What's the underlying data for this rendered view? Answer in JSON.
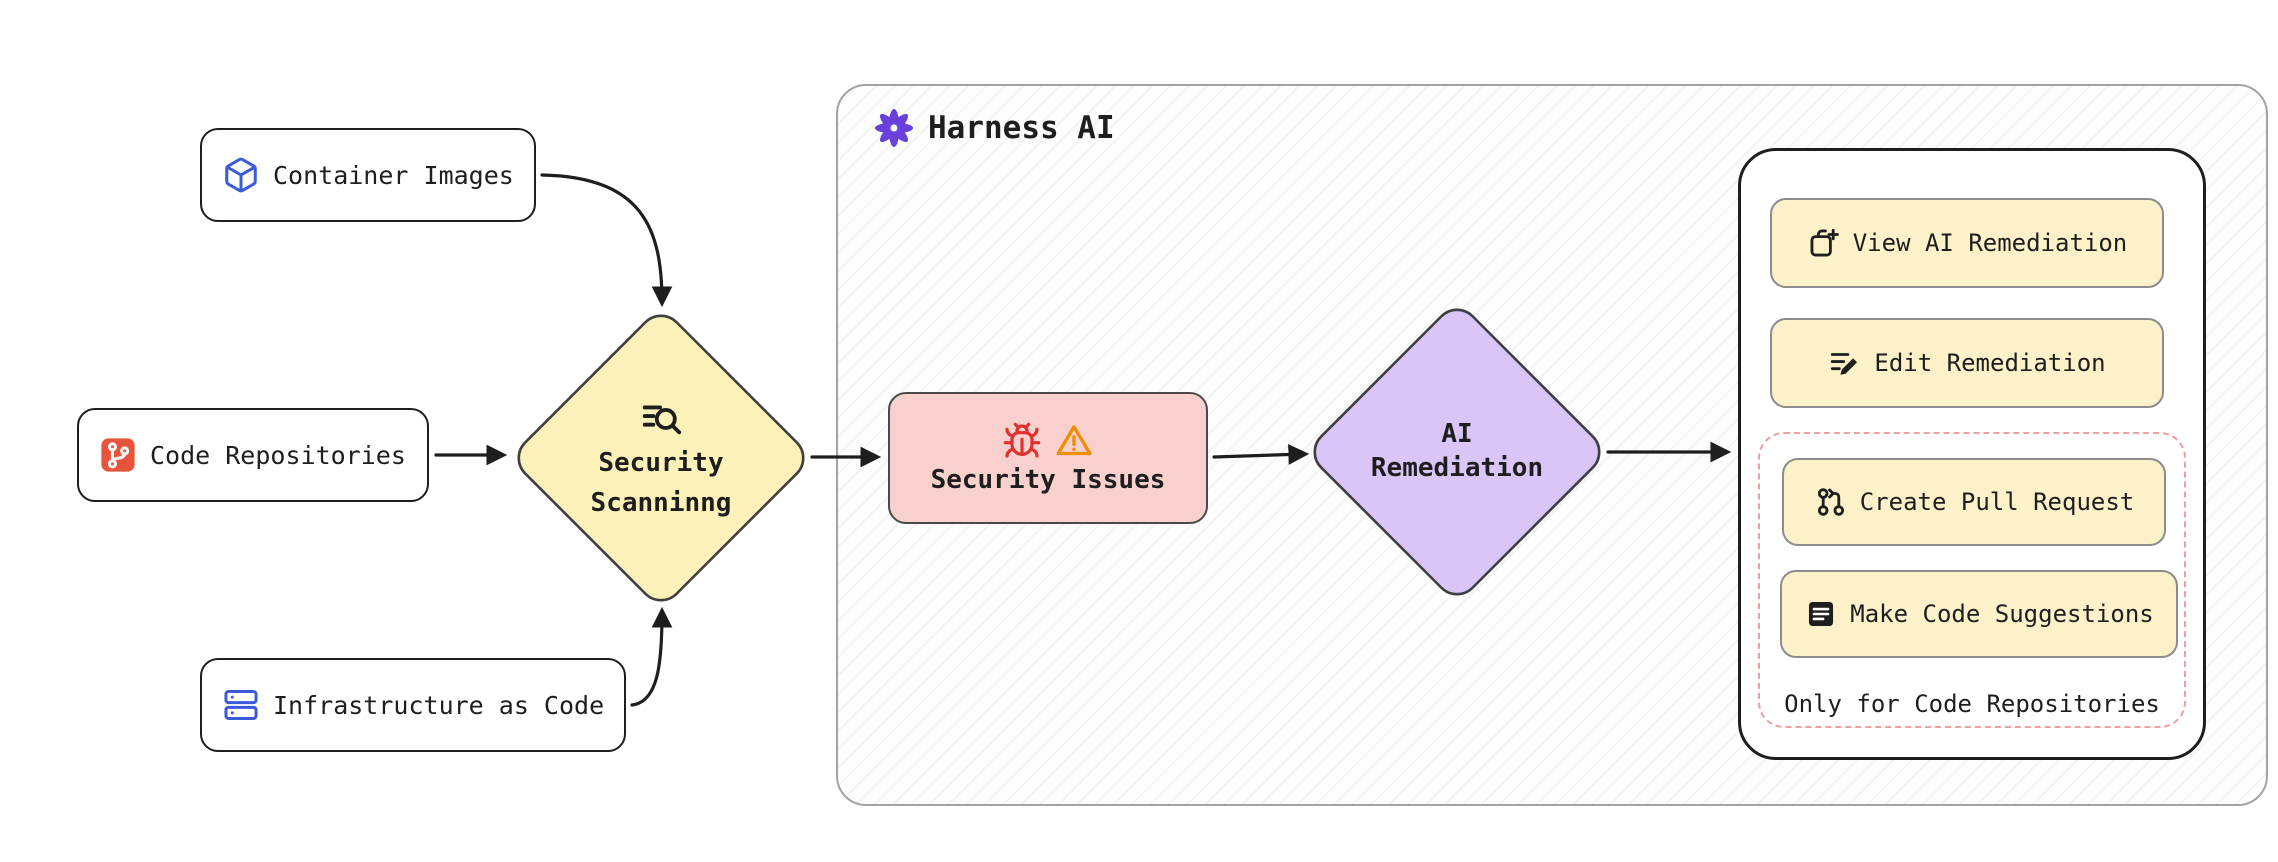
{
  "sources": {
    "container_images": {
      "label": "Container Images",
      "icon": "cube-icon"
    },
    "code_repositories": {
      "label": "Code Repositories",
      "icon": "git-icon"
    },
    "infrastructure_as_code": {
      "label": "Infrastructure as Code",
      "icon": "server-stack-icon"
    }
  },
  "scanning": {
    "line1": "Security",
    "line2": "Scanninng",
    "icon": "scan-search-icon",
    "fill": "#fcf1b8"
  },
  "harness": {
    "title": "Harness AI",
    "icon": "ai-flower-icon",
    "accent": "#6741d9"
  },
  "issues": {
    "label": "Security Issues",
    "icons": [
      "bug-icon",
      "warning-triangle-icon"
    ],
    "fill": "#f8d0cd"
  },
  "remediation": {
    "line1": "AI",
    "line2": "Remediation",
    "fill": "#d9c5f7"
  },
  "actions": {
    "view": {
      "label": "View AI Remediation",
      "icon": "copy-plus-icon"
    },
    "edit": {
      "label": "Edit Remediation",
      "icon": "lines-pencil-icon"
    },
    "create_pr": {
      "label": "Create Pull Request",
      "icon": "git-pull-request-icon"
    },
    "suggestions": {
      "label": "Make Code Suggestions",
      "icon": "text-lines-icon"
    },
    "note": "Only for Code Repositories"
  },
  "colors": {
    "button_fill": "#fcf1c9",
    "diamond_yellow": "#fcf1b8",
    "issues_pink": "#f8d0cd",
    "remediation_purple": "#d9c5f7",
    "dashed_border": "#ef9f9f",
    "harness_purple": "#6741d9",
    "git_red": "#e8533c",
    "icon_blue": "#3b5bdb",
    "bug_red": "#e03131",
    "warning_orange": "#f08c00",
    "stroke": "#1e1e1e"
  }
}
